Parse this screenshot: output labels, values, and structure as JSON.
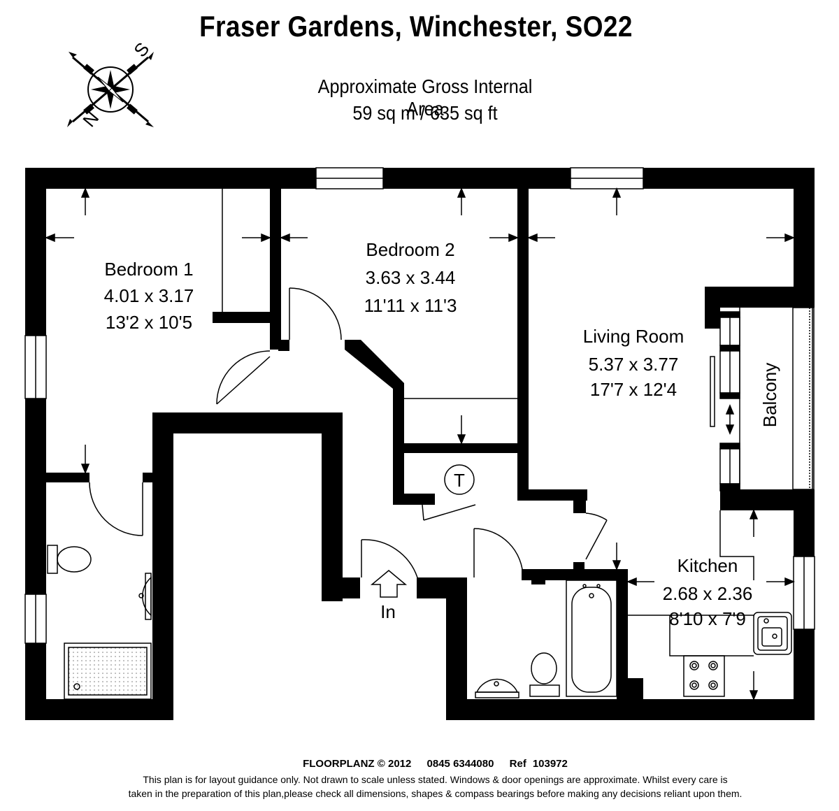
{
  "header": {
    "title": "Fraser Gardens, Winchester, SO22",
    "area_label": "Approximate Gross Internal Area",
    "area_value": "59 sq m / 635 sq ft"
  },
  "compass": {
    "north_letter": "N",
    "south_letter": "S"
  },
  "rooms": {
    "bedroom1": {
      "name": "Bedroom 1",
      "metric": "4.01 x 3.17",
      "imperial": "13'2 x 10'5"
    },
    "bedroom2": {
      "name": "Bedroom 2",
      "metric": "3.63 x 3.44",
      "imperial": "11'11 x 11'3"
    },
    "living": {
      "name": "Living Room",
      "metric": "5.37 x 3.77",
      "imperial": "17'7 x 12'4"
    },
    "kitchen": {
      "name": "Kitchen",
      "metric": "2.68 x 2.36",
      "imperial": "8'10 x 7'9"
    },
    "balcony": {
      "name": "Balcony"
    }
  },
  "labels": {
    "entrance": "In",
    "cupboard": "T"
  },
  "footer": {
    "brand": "FLOORPLANZ © 2012",
    "phone": "0845 6344080",
    "ref_label": "Ref",
    "ref_number": "103972",
    "disclaimer_line1": "This plan is for layout guidance only. Not drawn to scale unless stated. Windows & door openings are approximate. Whilst every care is",
    "disclaimer_line2": "taken in the preparation of this plan,please check all dimensions, shapes & compass bearings before making any decisions reliant upon them."
  }
}
